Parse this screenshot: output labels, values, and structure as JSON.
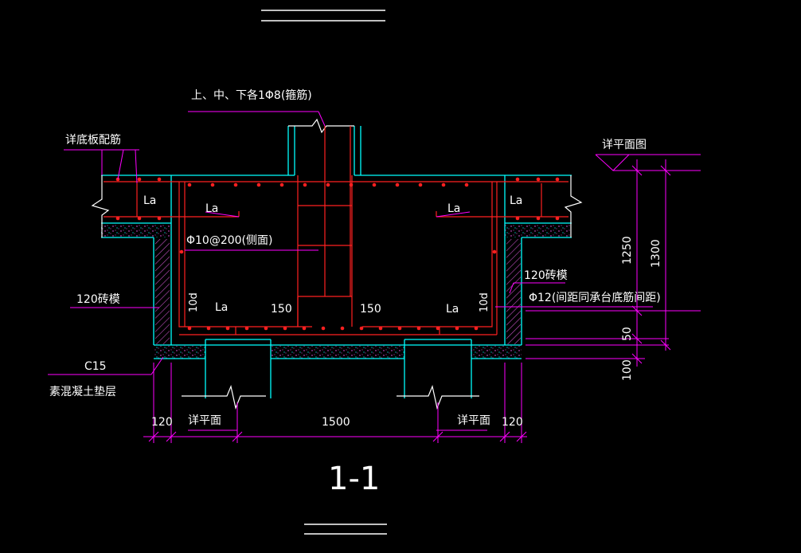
{
  "colors": {
    "background": "#000000",
    "concrete": "#00ffff",
    "rebar": "#ff2020",
    "dimension": "#ff00ff",
    "text": "#ffffff",
    "hatch": "#c050c0",
    "speckle": "#ff60ff"
  },
  "title": "1-1",
  "labels": {
    "top_stirrup_note": "上、中、下各1Φ8(箍筋)",
    "bottom_slab_rebar": "详底板配筋",
    "plan_ref_top": "详平面图",
    "la_top_left": "La",
    "la_mid_left": "La",
    "la_mid_right": "La",
    "la_top_right": "La",
    "la_bot_left": "La",
    "la_bot_right": "La",
    "side_rebar": "Φ10@200(侧面)",
    "brick_form_left": "120砖模",
    "brick_form_right": "120砖模",
    "phi12_note": "Φ12(间距同承台底筋间距)",
    "d10_left": "10d",
    "d10_right": "10d",
    "len150_left": "150",
    "len150_right": "150",
    "concrete_grade": "C15",
    "cushion": "素混凝土垫层",
    "plan_ref_bot_left": "详平面",
    "plan_ref_bot_right": "详平面"
  },
  "dimensions": {
    "dim_120_left": "120",
    "dim_1500": "1500",
    "dim_120_right": "120",
    "dim_1250": "1250",
    "dim_1300": "1300",
    "dim_50": "50",
    "dim_100": "100"
  }
}
